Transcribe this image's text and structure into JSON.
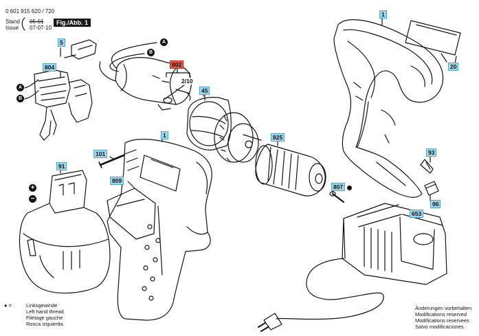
{
  "header": {
    "doc_number": "0 601 915 620 / 720",
    "stand_label": "Stand",
    "issue_label": "Issue",
    "stand_value": "05-01",
    "issue_value": "07-07-10",
    "figure_label": "Fig./Abb. 1"
  },
  "callouts": {
    "p1_a": "1",
    "p1_b": "1",
    "p5": "5",
    "p20": "20",
    "p45": "45",
    "p91": "91",
    "p93": "93",
    "p96": "96",
    "p101": "101",
    "p653": "653",
    "p802": "802",
    "p804": "804",
    "p807": "807",
    "p809": "809",
    "p825": "825",
    "p2_10": "2/10"
  },
  "connector_labels": {
    "a": "A",
    "b": "B"
  },
  "symbols": {
    "plus": "+",
    "minus": "−"
  },
  "legend": {
    "marker": "● =",
    "lines": [
      "Linksgewinde",
      "Left hand thread",
      "Filetage gauche",
      "Rosca izquierda"
    ]
  },
  "modifications": {
    "lines": [
      "Änderungen vorbehalten",
      "Modifications reserved",
      "Modifications reservees",
      "Salvo modificaciones"
    ]
  },
  "colors": {
    "callout_fill": "#9fd6ea",
    "callout_highlight": "#e35a45",
    "line": "#111111"
  }
}
